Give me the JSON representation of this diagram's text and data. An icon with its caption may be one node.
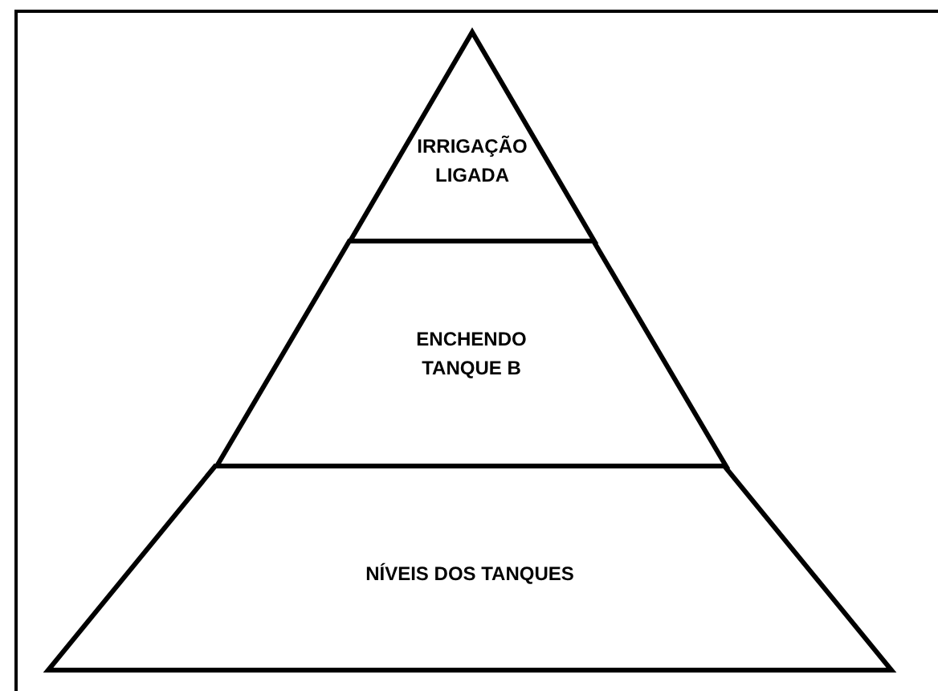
{
  "diagram": {
    "nodes": [
      {
        "text": [
          "IRRIGAÇÃO LIGADA"
        ]
      },
      {
        "text": [
          "ENCHENDO TANQUE B"
        ]
      },
      {
        "text": [
          "NÍVEIS DOS TANQUES"
        ]
      }
    ]
  }
}
